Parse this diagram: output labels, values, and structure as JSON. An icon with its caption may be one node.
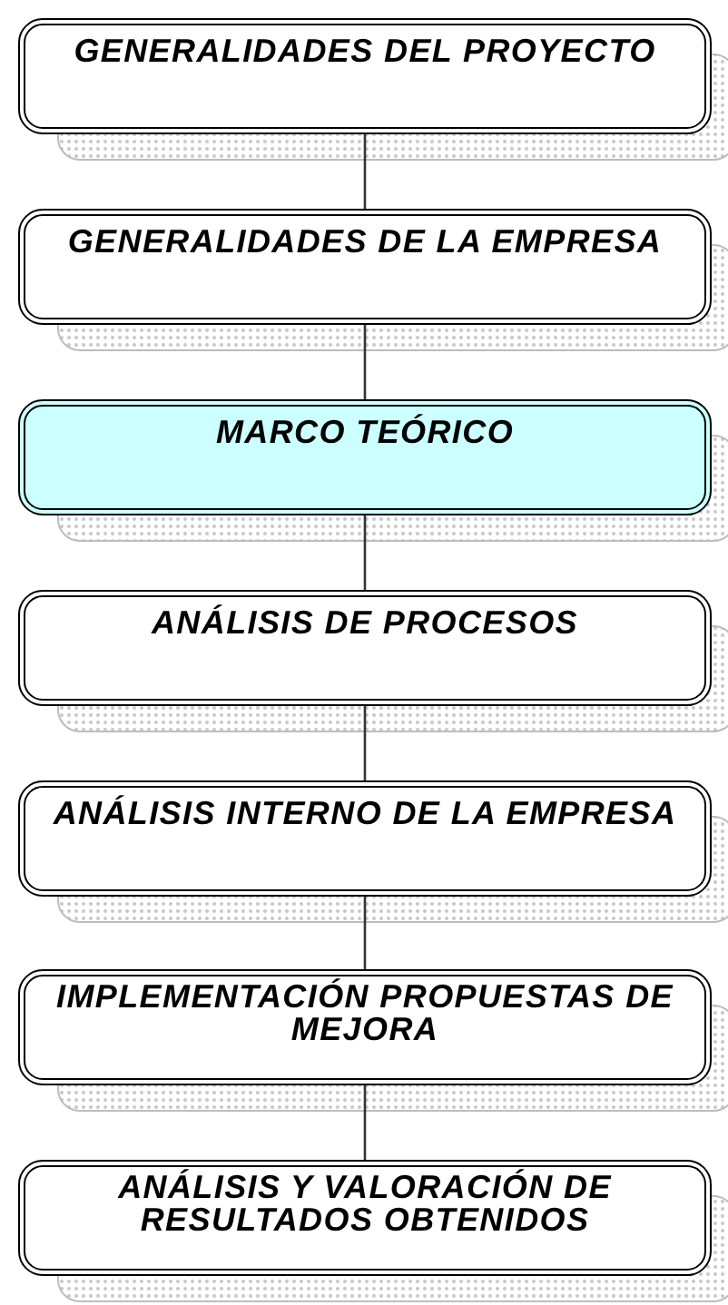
{
  "diagram": {
    "nodes": [
      {
        "text": [
          "GENERALIDADES DEL PROYECTO"
        ]
      },
      {
        "text": [
          "GENERALIDADES DE LA EMPRESA"
        ]
      },
      {
        "text": [
          "MARCO TEÓRICO"
        ]
      },
      {
        "text": [
          "ANÁLISIS DE PROCESOS"
        ]
      },
      {
        "text": [
          "ANÁLISIS INTERNO DE LA EMPRESA"
        ]
      },
      {
        "text": [
          "IMPLEMENTACIÓN PROPUESTAS DE MEJORA"
        ]
      },
      {
        "text": [
          "ANÁLISIS Y VALORACIÓN DE RESULTADOS OBTENIDOS"
        ]
      }
    ],
    "edges": [
      {
        "from": 0,
        "to": 1,
        "arrow": "none"
      },
      {
        "from": 1,
        "to": 2,
        "arrow": "none"
      },
      {
        "from": 2,
        "to": 3,
        "arrow": "none"
      },
      {
        "from": 3,
        "to": 4,
        "arrow": "none"
      },
      {
        "from": 4,
        "to": 5,
        "arrow": "none"
      },
      {
        "from": 5,
        "to": 6,
        "arrow": "none"
      }
    ]
  }
}
